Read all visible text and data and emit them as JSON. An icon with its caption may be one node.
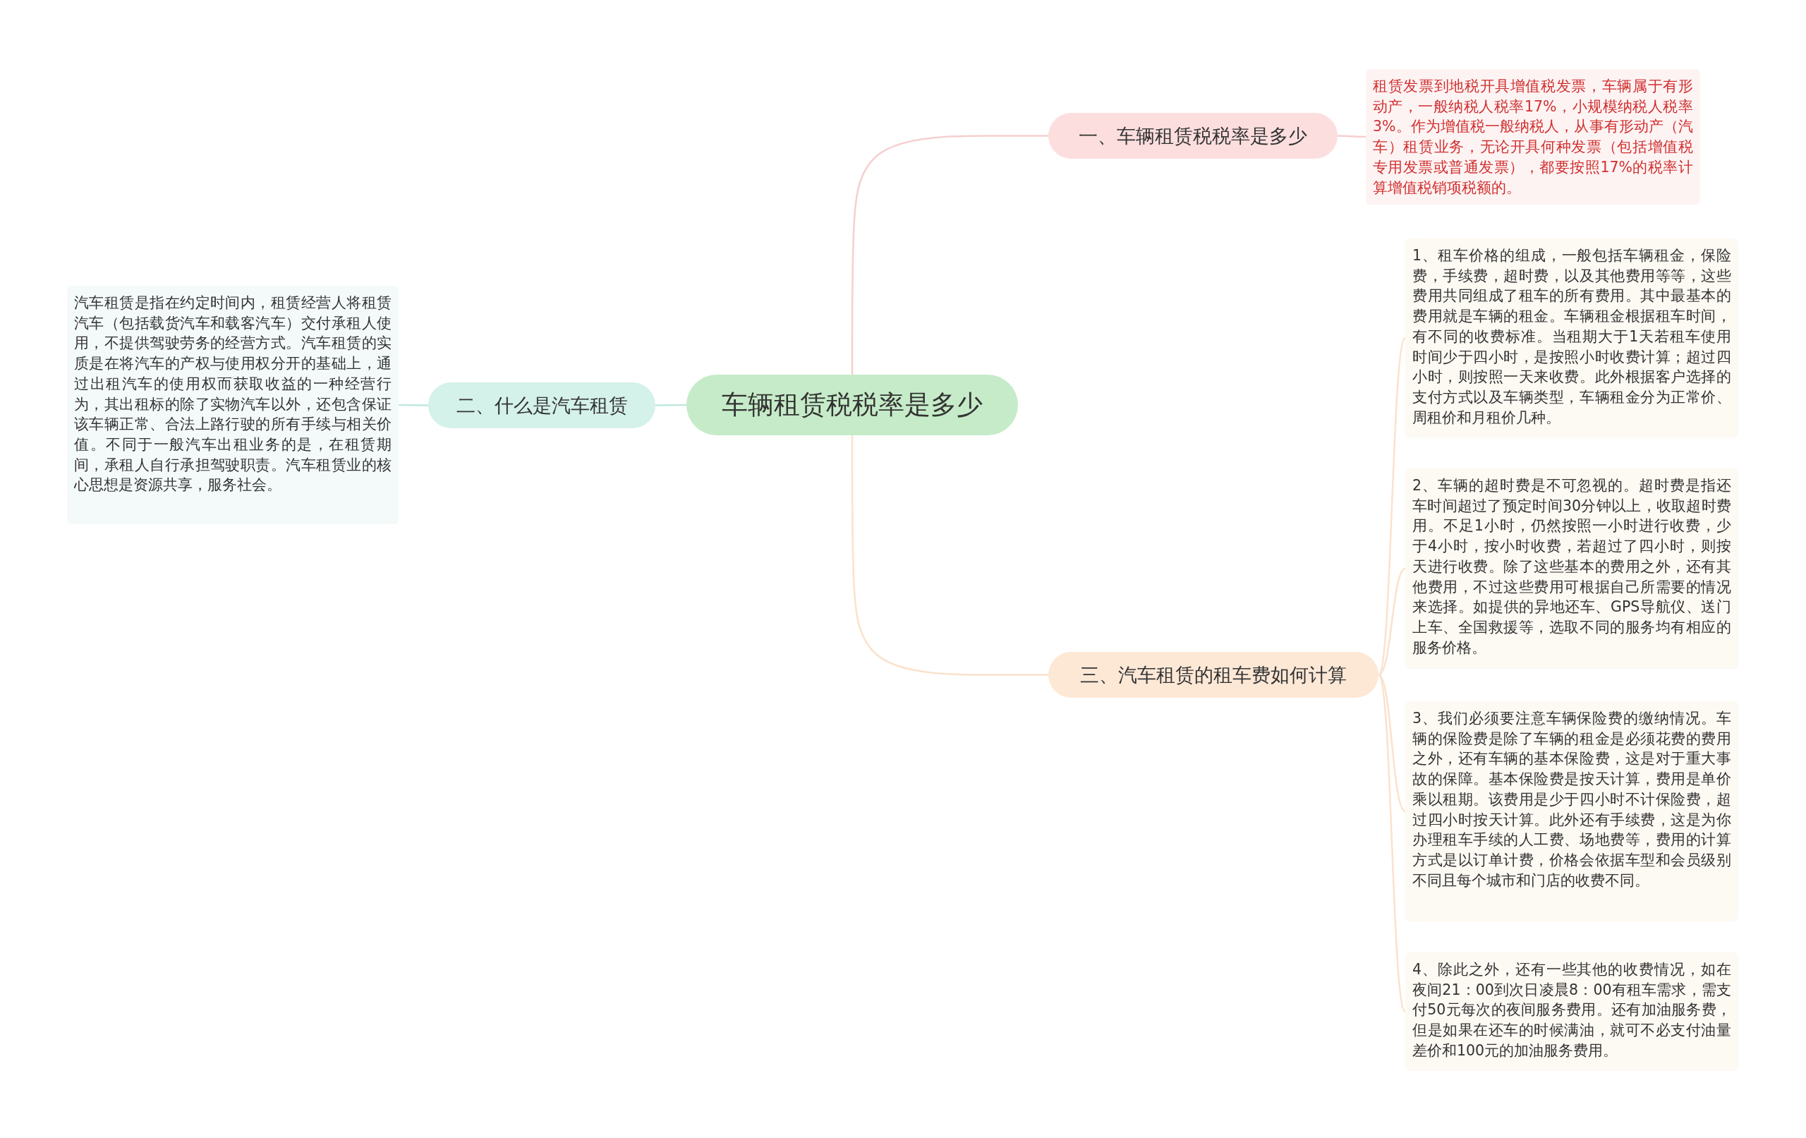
{
  "diagram": {
    "nodes": [
      {
        "text": [
          "车辆租赁税税率是多少"
        ]
      },
      {
        "text": [
          "一、车辆租赁税税率是多少"
        ]
      },
      {
        "text": [
          "租赁发票到地税开具增值税发票，车辆属于有形动产，一般纳税人税率17%，小规模纳税人税率3%。作为增值税一般纳税人，从事有形动产（汽车）租赁业务，无论开具何种发票（包括增值税专用发票或普通发票），都要按照17%的税率计算增值税销项税额的。"
        ]
      },
      {
        "text": [
          "二、什么是汽车租赁"
        ]
      },
      {
        "text": [
          "汽车租赁是指在约定时间内，租赁经营人将租赁汽车（包括载货汽车和载客汽车）交付承租人使用，不提供驾驶劳务的经营方式。汽车租赁的实质是在将汽车的产权与使用权分开的基础上，通过出租汽车的使用权而获取收益的一种经营行为，其出租标的除了实物汽车以外，还包含保证该车辆正常、合法上路行驶的所有手续与相关价值。不同于一般汽车出租业务的是，在租赁期间，承租人自行承担驾驶职责。汽车租赁业的核心思想是资源共享，服务社会。"
        ]
      },
      {
        "text": [
          "三、汽车租赁的租车费如何计算"
        ]
      },
      {
        "text": [
          "1、租车价格的组成，一般包括车辆租金，保险费，手续费，超时费，以及其他费用等等，这些费用共同组成了租车的所有费用。其中最基本的费用就是车辆的租金。车辆租金根据租车时间，有不同的收费标准。当租期大于1天若租车使用时间少于四小时，是按照小时收费计算；超过四小时，则按照一天来收费。此外根据客户选择的支付方式以及车辆类型，车辆租金分为正常价、周租价和月租价几种。"
        ]
      },
      {
        "text": [
          "2、车辆的超时费是不可忽视的。超时费是指还车时间超过了预定时间30分钟以上，收取超时费用。不足1小时，仍然按照一小时进行收费，少于4小时，按小时收费，若超过了四小时，则按天进行收费。除了这些基本的费用之外，还有其他费用，不过这些费用可根据自己所需要的情况来选择。如提供的异地还车、GPS导航仪、送门上车、全国救援等，选取不同的服务均有相应的服务价格。"
        ]
      },
      {
        "text": [
          "3、我们必须要注意车辆保险费的缴纳情况。车辆的保险费是除了车辆的租金是必须花费的费用之外，还有车辆的基本保险费，这是对于重大事故的保障。基本保险费是按天计算，费用是单价乘以租期。该费用是少于四小时不计保险费，超过四小时按天计算。此外还有手续费，这是为你办理租车手续的人工费、场地费等，费用的计算方式是以订单计费，价格会依据车型和会员级别不同且每个城市和门店的收费不同。"
        ]
      },
      {
        "text": [
          "4、除此之外，还有一些其他的收费情况，如在夜间21：00到次日凌晨8：00有租车需求，需支付50元每次的夜间服务费用。还有加油服务费，但是如果在还车的时候满油，就可不必支付油量差价和100元的加油服务费用。"
        ]
      }
    ],
    "edges": [
      {
        "from": 0,
        "to": 1,
        "arrow": "none",
        "color": "#f6cfcf"
      },
      {
        "from": 1,
        "to": 2,
        "arrow": "none",
        "color": "#f6cfcf"
      },
      {
        "from": 0,
        "to": 3,
        "arrow": "none",
        "color": "#bfe8df"
      },
      {
        "from": 3,
        "to": 4,
        "arrow": "none",
        "color": "#bfe8df"
      },
      {
        "from": 0,
        "to": 5,
        "arrow": "none",
        "color": "#fbe2cc"
      },
      {
        "from": 5,
        "to": 6,
        "arrow": "none",
        "color": "#fbe2cc"
      },
      {
        "from": 5,
        "to": 7,
        "arrow": "none",
        "color": "#fbe2cc"
      },
      {
        "from": 5,
        "to": 8,
        "arrow": "none",
        "color": "#fbe2cc"
      },
      {
        "from": 5,
        "to": 9,
        "arrow": "none",
        "color": "#fbe2cc"
      }
    ]
  }
}
